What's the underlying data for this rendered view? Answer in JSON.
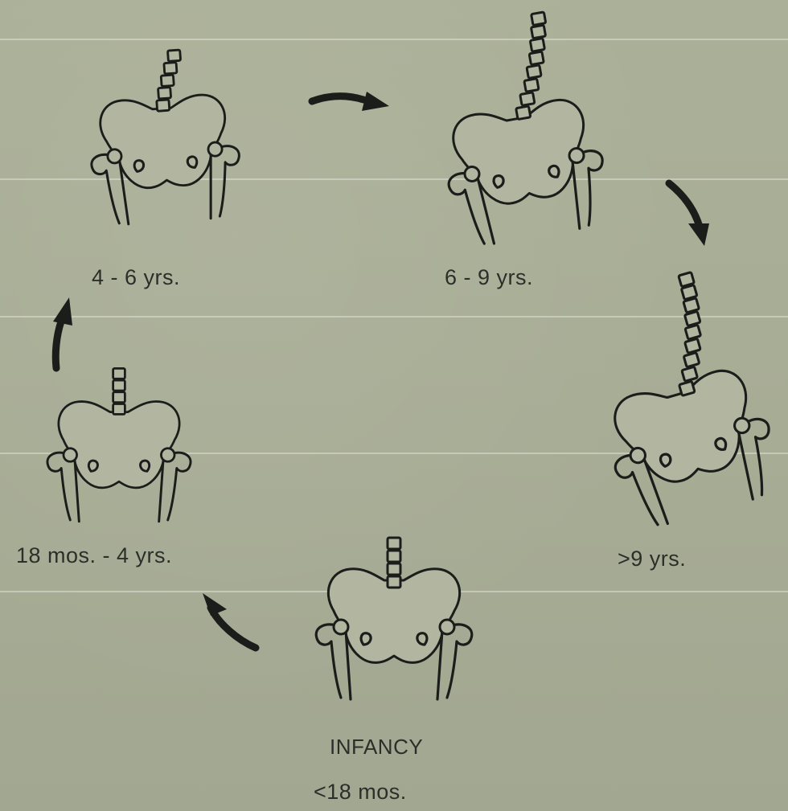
{
  "stages": [
    {
      "id": "infancy",
      "title": "INFANCY",
      "label": "<18 mos."
    },
    {
      "id": "toddler",
      "label": "18 mos. - 4 yrs."
    },
    {
      "id": "early-child",
      "label": "4 - 6 yrs."
    },
    {
      "id": "mid-child",
      "label": "6 - 9 yrs."
    },
    {
      "id": "late-child",
      "label": ">9 yrs."
    }
  ],
  "colors": {
    "background": "#a9ae97",
    "ink": "#1b1d1a",
    "label_text": "#2b2f2a"
  }
}
